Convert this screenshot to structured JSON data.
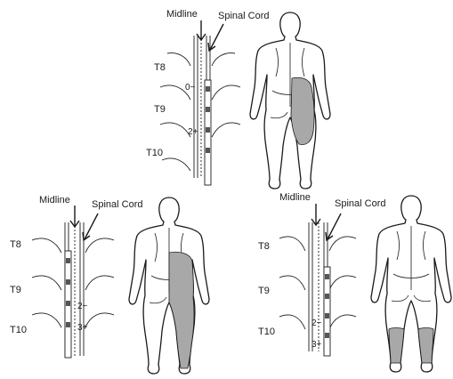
{
  "panels": [
    {
      "midline_label": "Midline",
      "spinal_cord_label": "Spinal Cord",
      "levels": [
        "T8",
        "T9",
        "T10"
      ],
      "contacts": [
        "0−",
        "2+"
      ],
      "shaded_region": "right lower back, buttock and upper thigh"
    },
    {
      "midline_label": "Midline",
      "spinal_cord_label": "Spinal Cord",
      "levels": [
        "T8",
        "T9",
        "T10"
      ],
      "contacts": [
        "2−",
        "3+"
      ],
      "shaded_region": "right lower back, buttock and entire leg"
    },
    {
      "midline_label": "Midline",
      "spinal_cord_label": "Spinal Cord",
      "levels": [
        "T8",
        "T9",
        "T10"
      ],
      "contacts": [
        "2−",
        "3+"
      ],
      "shaded_region": "both lower legs (calves)"
    }
  ],
  "colors": {
    "ink": "#1a1a1a",
    "shade": "#a8a8a8",
    "paper": "#ffffff"
  }
}
